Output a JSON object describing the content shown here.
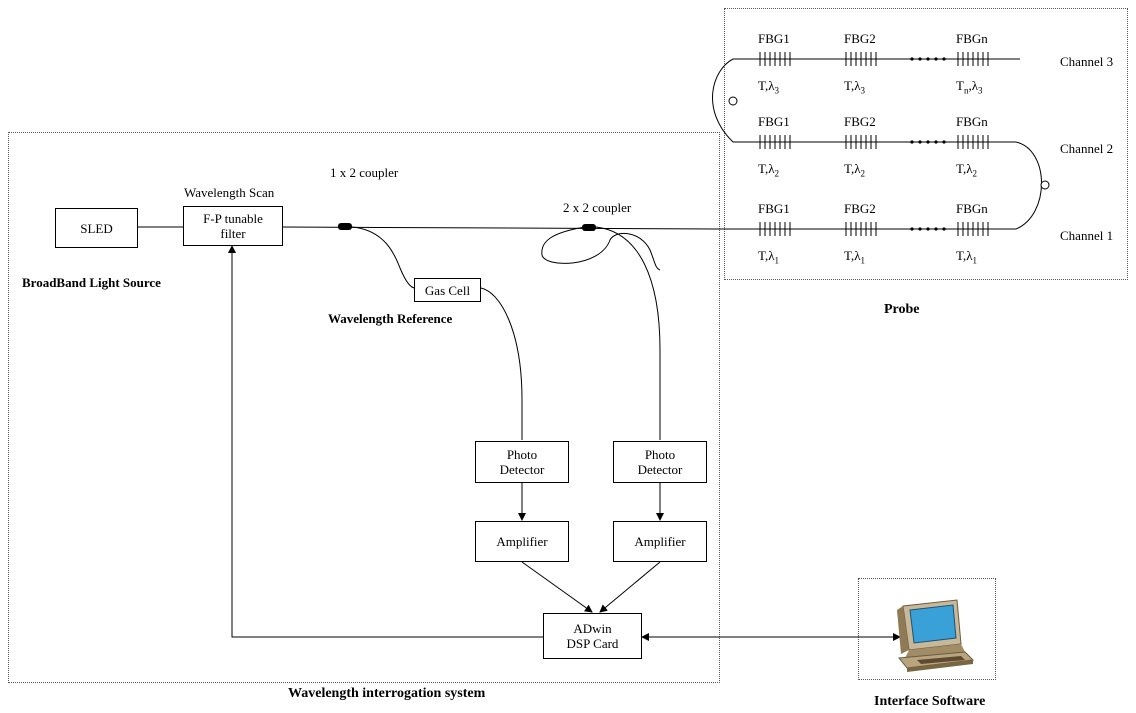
{
  "regions": {
    "interrogation": "Wavelength interrogation system",
    "probe": "Probe",
    "interface": "Interface Software"
  },
  "components": {
    "sled": "SLED",
    "wavelength_scan": "Wavelength Scan",
    "fp_filter": [
      "F-P tunable",
      "filter"
    ],
    "broadband": "BroadBand Light Source",
    "coupler_1x2": "1 x 2 coupler",
    "coupler_2x2": "2 x 2 coupler",
    "gas_cell": "Gas Cell",
    "wavelength_reference": "Wavelength Reference",
    "photo_detector_1": [
      "Photo",
      "Detector"
    ],
    "photo_detector_2": [
      "Photo",
      "Detector"
    ],
    "amplifier_1": "Amplifier",
    "amplifier_2": "Amplifier",
    "dsp_card": [
      "ADwin",
      "DSP Card"
    ]
  },
  "channels": [
    {
      "name": "Channel 3",
      "gratings": [
        "FBG1",
        "FBG2",
        "FBGn"
      ],
      "params": [
        {
          "t": "T",
          "t_sub": "",
          "lam_sub": "3"
        },
        {
          "t": "T",
          "t_sub": "",
          "lam_sub": "3"
        },
        {
          "t": "T",
          "t_sub": "n",
          "lam_sub": "3"
        }
      ]
    },
    {
      "name": "Channel 2",
      "gratings": [
        "FBG1",
        "FBG2",
        "FBGn"
      ],
      "params": [
        {
          "t": "T",
          "t_sub": "",
          "lam_sub": "2"
        },
        {
          "t": "T",
          "t_sub": "",
          "lam_sub": "2"
        },
        {
          "t": "T",
          "t_sub": "",
          "lam_sub": "2"
        }
      ]
    },
    {
      "name": "Channel 1",
      "gratings": [
        "FBG1",
        "FBG2",
        "FBGn"
      ],
      "params": [
        {
          "t": "T",
          "t_sub": "",
          "lam_sub": "1"
        },
        {
          "t": "T",
          "t_sub": "",
          "lam_sub": "1"
        },
        {
          "t": "T",
          "t_sub": "",
          "lam_sub": "1"
        }
      ]
    }
  ],
  "computer_icon": "computer-icon"
}
